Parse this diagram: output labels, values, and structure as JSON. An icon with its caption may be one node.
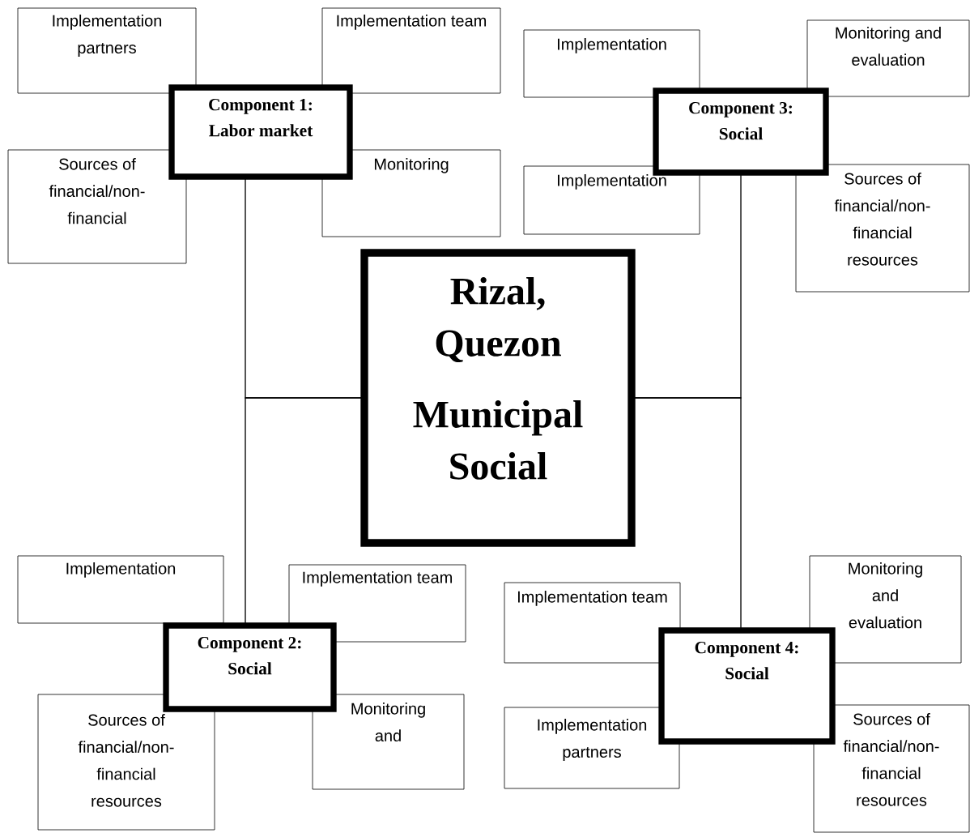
{
  "diagram": {
    "nodes": [
      {
        "text": [
          "Implementation partners"
        ]
      },
      {
        "text": [
          "Implementation team"
        ]
      },
      {
        "text": [
          "Component 1: Labor market"
        ]
      },
      {
        "text": [
          "Sources of financial/non-financial"
        ]
      },
      {
        "text": [
          "Monitoring"
        ]
      },
      {
        "text": [
          "Implementation"
        ]
      },
      {
        "text": [
          "Monitoring and evaluation"
        ]
      },
      {
        "text": [
          "Component 3: Social"
        ]
      },
      {
        "text": [
          "Implementation"
        ]
      },
      {
        "text": [
          "Sources of financial/non-financial resources"
        ]
      },
      {
        "text": [
          "Rizal, Quezon",
          "Municipal Social"
        ]
      },
      {
        "text": [
          "Implementation"
        ]
      },
      {
        "text": [
          "Implementation team"
        ]
      },
      {
        "text": [
          "Component 2: Social"
        ]
      },
      {
        "text": [
          "Sources of financial/non-financial resources"
        ]
      },
      {
        "text": [
          "Monitoring and"
        ]
      },
      {
        "text": [
          "Monitoring and evaluation"
        ]
      },
      {
        "text": [
          "Implementation team"
        ]
      },
      {
        "text": [
          "Component 4: Social"
        ]
      },
      {
        "text": [
          "Implementation partners"
        ]
      },
      {
        "text": [
          "Sources of financial/non-financial resources"
        ]
      }
    ],
    "edges": [
      {
        "from": 10,
        "to": 2,
        "arrow": "none"
      },
      {
        "from": 10,
        "to": 13,
        "arrow": "none"
      },
      {
        "from": 10,
        "to": 7,
        "arrow": "none"
      },
      {
        "from": 10,
        "to": 18,
        "arrow": "none"
      }
    ]
  }
}
